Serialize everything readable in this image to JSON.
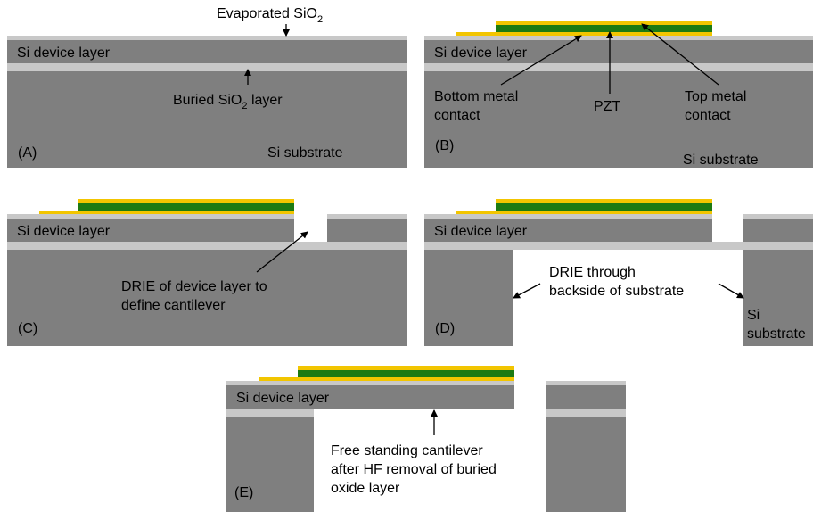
{
  "colors": {
    "silicon": "#7f7f7f",
    "oxide": "#c8c8c8",
    "metal": "#f2c500",
    "pzt": "#1c7a12",
    "background": "#ffffff"
  },
  "panels": {
    "a": {
      "tag": "(A)",
      "device_label": "Si device layer",
      "evaporated_label": "Evaporated SiO",
      "evaporated_sub": "2",
      "buried_label_pre": "Buried SiO",
      "buried_sub": "2",
      "buried_label_post": " layer",
      "substrate_label": "Si substrate"
    },
    "b": {
      "tag": "(B)",
      "device_label": "Si device layer",
      "bottom_contact_line1": "Bottom metal",
      "bottom_contact_line2": "contact",
      "pzt_label": "PZT",
      "top_contact_line1": "Top metal",
      "top_contact_line2": "contact",
      "substrate_label": "Si substrate"
    },
    "c": {
      "tag": "(C)",
      "device_label": "Si device layer",
      "note_line1": "DRIE of device layer to",
      "note_line2": "define cantilever"
    },
    "d": {
      "tag": "(D)",
      "device_label": "Si device layer",
      "note_line1": "DRIE through",
      "note_line2": "backside of substrate",
      "substrate_line1": "Si",
      "substrate_line2": "substrate"
    },
    "e": {
      "tag": "(E)",
      "device_label": "Si device layer",
      "note_line1": "Free standing cantilever",
      "note_line2": "after HF removal of buried",
      "note_line3": "oxide layer"
    }
  }
}
